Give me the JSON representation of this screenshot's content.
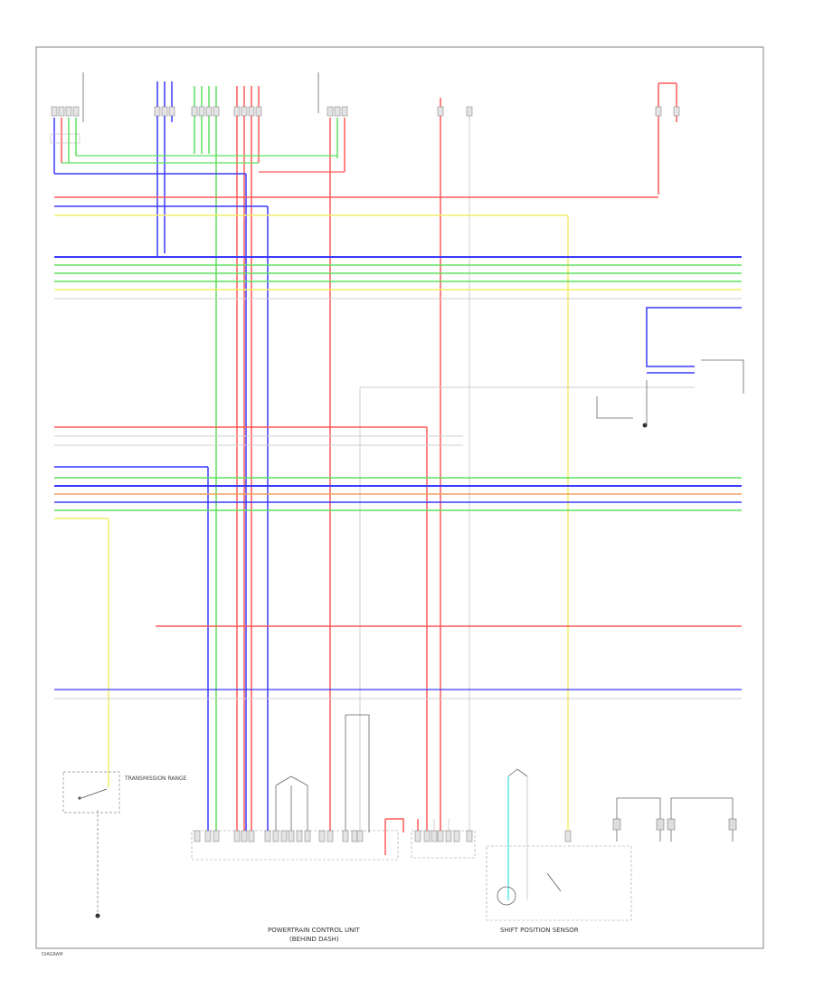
{
  "colors": {
    "red": "#ff5a5a",
    "blue": "#3a3aff",
    "green": "#5fe05f",
    "yellow": "#f2ee6a",
    "orange": "#f0a064",
    "gray": "#cfcfcf",
    "cyan": "#5fe8e8",
    "frame": "#9a9a9a"
  },
  "icons": [
    "ground-icon",
    "switch-icon",
    "motor-icon"
  ],
  "labels": {
    "pcm": "POWERTRAIN CONTROL UNIT",
    "pcm_sub": "(BEHIND DASH)",
    "ecm_bottom": "SHIFT POSITION SENSOR",
    "trans_range": "TRANSMISSION RANGE",
    "page_code": "DIAGRAM"
  }
}
